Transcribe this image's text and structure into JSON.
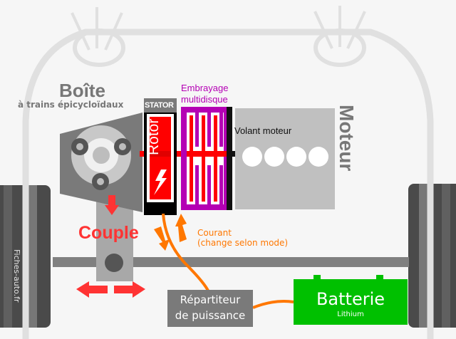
{
  "title": "Hybrid powertrain diagram",
  "labels": {
    "gearbox_title": "Boîte",
    "gearbox_subtitle": "à trains épicycloïdaux",
    "stator": "STATOR",
    "rotor": "Rotor",
    "clutch_line1": "Embrayage",
    "clutch_line2": "multidisque",
    "flywheel": "Volant moteur",
    "engine": "Moteur",
    "torque": "Couple",
    "current_line1": "Courant",
    "current_line2": "(change selon mode)",
    "splitter_line1": "Répartiteur",
    "splitter_line2": "de puissance",
    "battery": "Batterie",
    "battery_type": "Lithium",
    "watermark": "Fiches-auto.fr"
  },
  "colors": {
    "background": "#f6f6f6",
    "car_outline": "#e0e0e0",
    "gearbox": "#7a7a7a",
    "rotor": "#ff0000",
    "stator": "#000000",
    "clutch": "#b400b4",
    "engine": "#c0c0c0",
    "torque": "#ff3333",
    "current": "#ff7700",
    "splitter": "#7a7a7a",
    "battery": "#00c000",
    "axle": "#808080"
  },
  "engine_cylinders": 4
}
